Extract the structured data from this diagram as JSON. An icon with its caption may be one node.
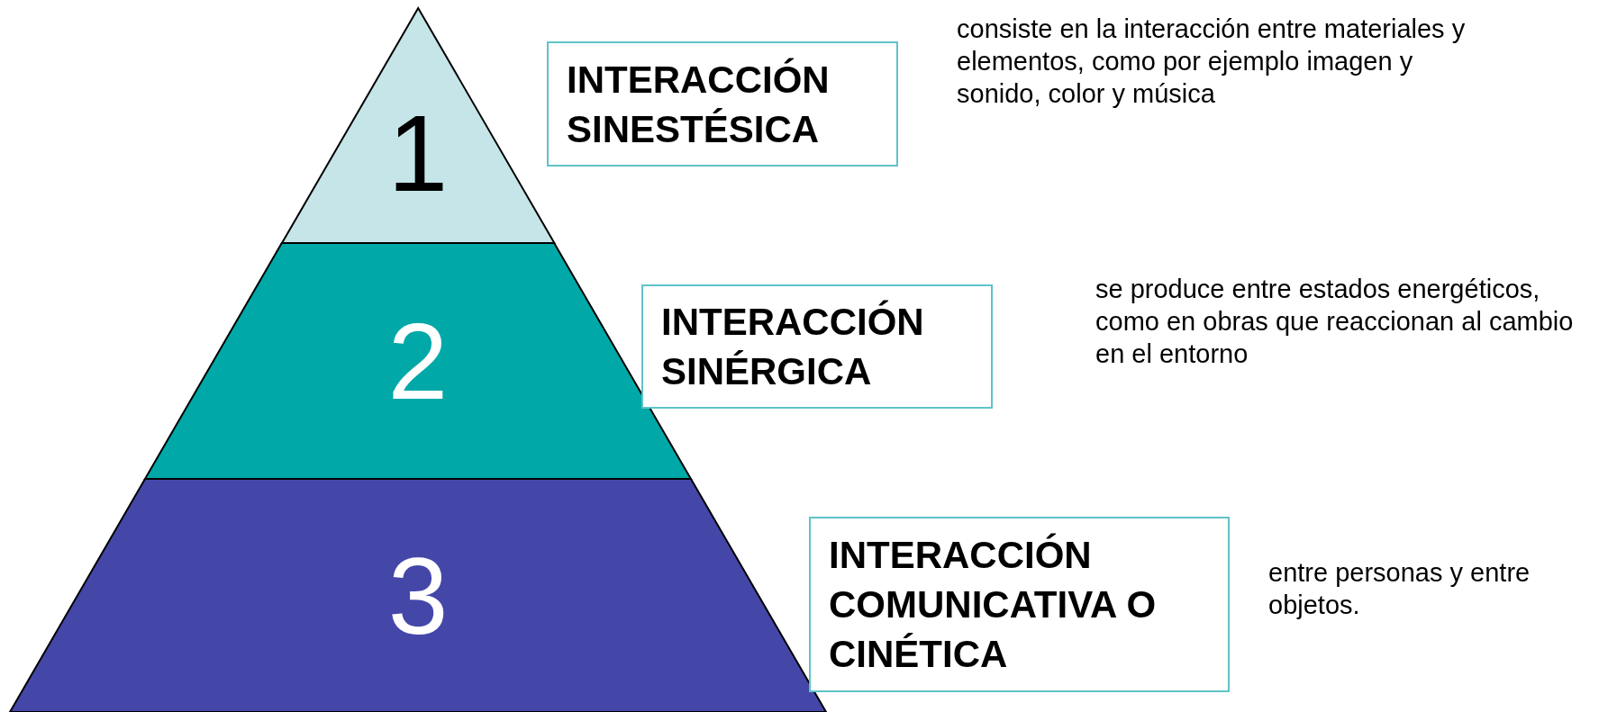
{
  "diagram": {
    "nodes": [
      {
        "text": [
          "1"
        ]
      },
      {
        "text": [
          "2"
        ]
      },
      {
        "text": [
          "3"
        ]
      },
      {
        "text": [
          "INTERACCIÓN SINESTÉSICA"
        ],
        "beside": [
          "consiste en la interacción entre materiales y elementos, como por ejemplo imagen y sonido, color y música"
        ]
      },
      {
        "text": [
          "INTERACCIÓN SINÉRGICA"
        ],
        "beside": [
          "se produce entre estados energéticos, como en obras que reaccionan al cambio en el entorno"
        ]
      },
      {
        "text": [
          "INTERACCIÓN COMUNICATIVA O CINÉTICA"
        ],
        "beside": [
          "entre personas y entre objetos."
        ]
      }
    ],
    "edges": []
  }
}
